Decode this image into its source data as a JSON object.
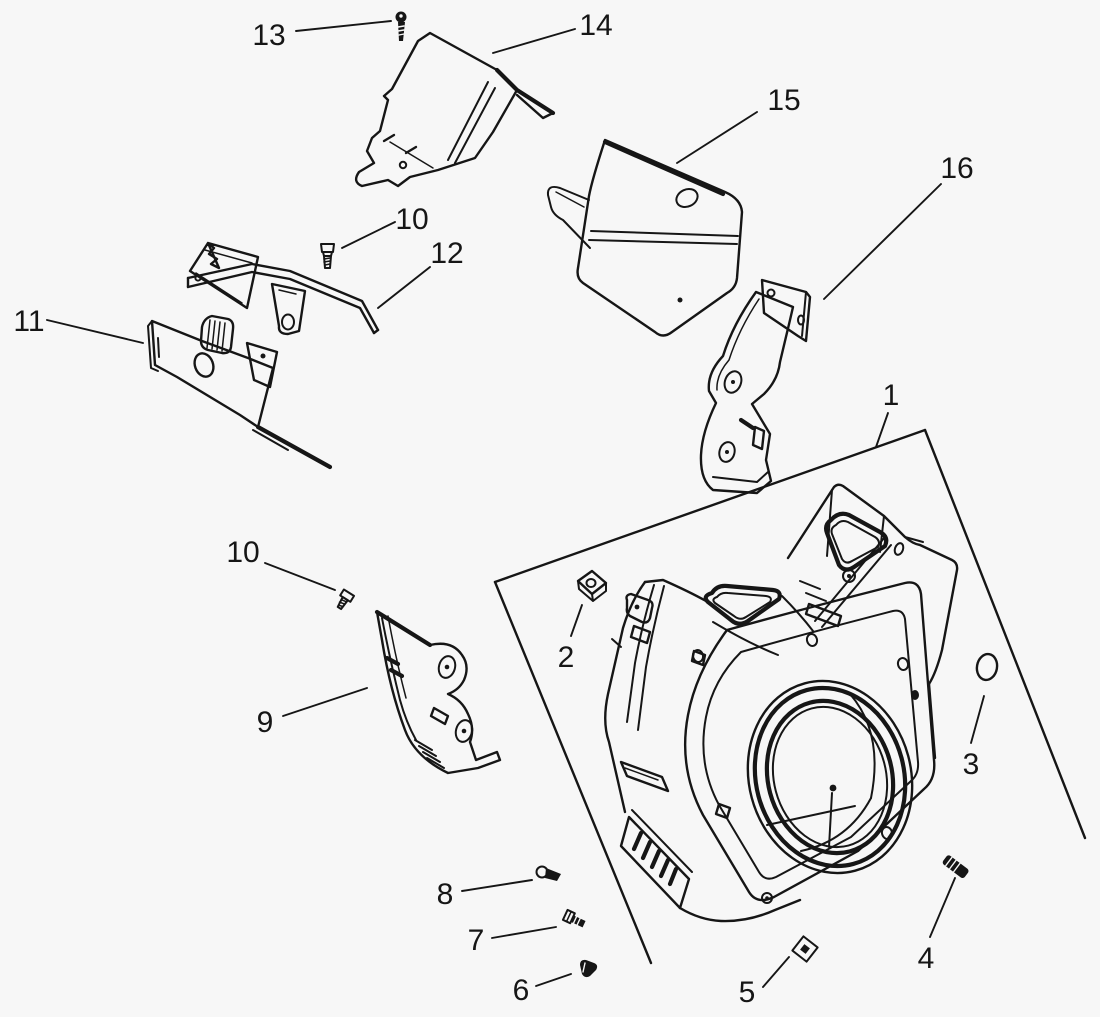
{
  "diagram": {
    "type": "exploded-parts-diagram",
    "background_color": "#f7f7f7",
    "line_color": "#161616",
    "callouts": [
      {
        "label": "13"
      },
      {
        "label": "14"
      },
      {
        "label": "15"
      },
      {
        "label": "16"
      },
      {
        "label": "10"
      },
      {
        "label": "12"
      },
      {
        "label": "11"
      },
      {
        "label": "10"
      },
      {
        "label": "9"
      },
      {
        "label": "2"
      },
      {
        "label": "1"
      },
      {
        "label": "3"
      },
      {
        "label": "8"
      },
      {
        "label": "7"
      },
      {
        "label": "6"
      },
      {
        "label": "5"
      },
      {
        "label": "4"
      }
    ]
  }
}
